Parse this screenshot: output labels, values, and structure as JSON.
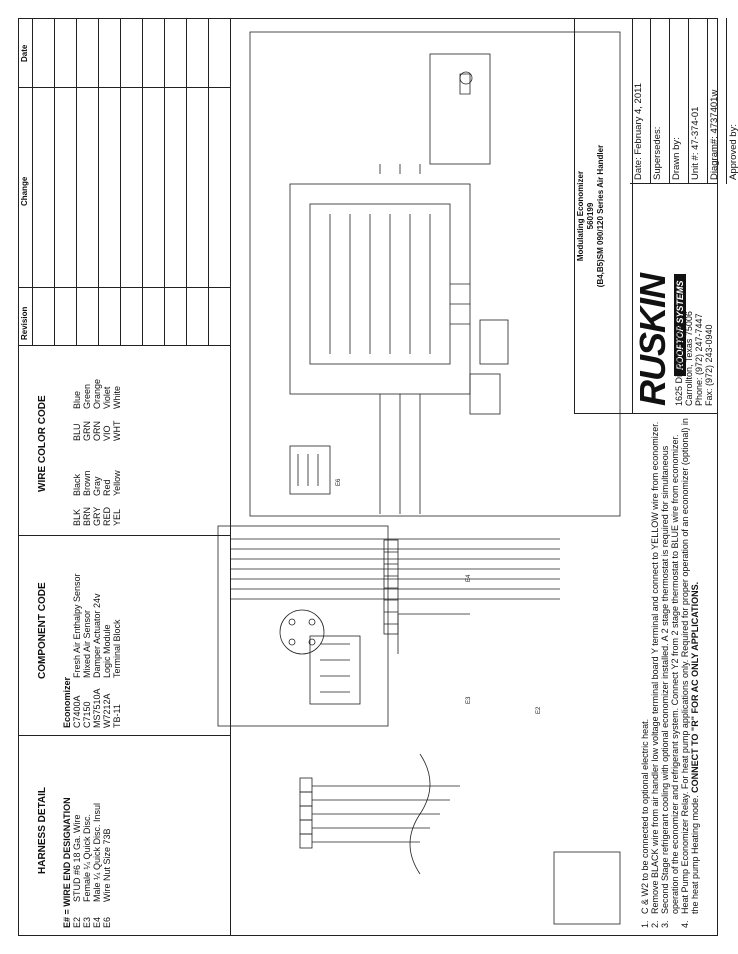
{
  "harness": {
    "title": "HARNESS DETAIL",
    "legend_title": "E# = WIRE END DESIGNATION",
    "items": [
      {
        "code": "E2",
        "desc": "STUD #6 18 Ga. Wire"
      },
      {
        "code": "E3",
        "desc": "Female ¼ Quick Disc."
      },
      {
        "code": "E4",
        "desc": "Male ¼ Quick Disc. Insul"
      },
      {
        "code": "E6",
        "desc": "Wire Nut Size 73B"
      }
    ]
  },
  "component_code": {
    "title": "COMPONENT CODE",
    "heading": "Economizer",
    "items": [
      {
        "code": "C7400A",
        "desc": "Fresh Air Enthalpy Sensor"
      },
      {
        "code": "C7150",
        "desc": "Mixed Air Sensor"
      },
      {
        "code": "MS7510A",
        "desc": "Damper Actuator 24v"
      },
      {
        "code": "W7212A",
        "desc": "Logic Module"
      },
      {
        "code": "TB-11",
        "desc": "Terminal Block"
      }
    ]
  },
  "wire_color_code": {
    "title": "WIRE COLOR CODE",
    "col1": [
      {
        "abbr": "BLK",
        "name": "Black"
      },
      {
        "abbr": "BRN",
        "name": "Brown"
      },
      {
        "abbr": "GRY",
        "name": "Gray"
      },
      {
        "abbr": "RED",
        "name": "Red"
      },
      {
        "abbr": "YEL",
        "name": "Yellow"
      }
    ],
    "col2": [
      {
        "abbr": "BLU",
        "name": "Blue"
      },
      {
        "abbr": "GRN",
        "name": "Green"
      },
      {
        "abbr": "ORN",
        "name": "Orange"
      },
      {
        "abbr": "VIO",
        "name": "Violet"
      },
      {
        "abbr": "WHT",
        "name": "White"
      }
    ]
  },
  "revision_table": {
    "headers": [
      "Revision",
      "Change",
      "Date"
    ],
    "rows": 9
  },
  "notes": [
    {
      "num": "1.",
      "text": "C & W2 to be connected to optional electric heat."
    },
    {
      "num": "2.",
      "text": "Remove BLACK wire from air handler low voltage terminal board Y terminal and connect to YELLOW wire from economizer."
    },
    {
      "num": "3.",
      "text": "Second Stage refrigerant cooling with optional economizer installed. A 2 stage thermostat is required for simultaneous operation of the economizer and refrigerant system. Connect Y2 from 2 stage thermostat to BLUE wire from economizer."
    },
    {
      "num": "4.",
      "text": "Heat Pump Economizer Relay. For heat pump applications only. Required for proper operation of an economizer (optional) in the heat pump Heating mode.",
      "bold": "CONNECT TO \"R\" FOR AC ONLY APPLICATIONS."
    }
  ],
  "title_block": {
    "title": "Modulating Economizer",
    "number": "560199",
    "subtitle": "(B4,B5)SM 090/120 Series Air Handler",
    "logo": "RUSKIN",
    "logo_sub": "ROOFTOP SYSTEMS",
    "address": [
      "1625 Diplomat Drive",
      "Carrollton, Texas 75006",
      "Phone: (972) 247-7447",
      "Fax:    (972) 243-0940"
    ],
    "fields": [
      "Date: February 4, 2011",
      "Supersedes:",
      "Drawn by:",
      "Unit #: 47-374-01",
      "Diagram#: 4737401w",
      "Approved by:"
    ]
  }
}
